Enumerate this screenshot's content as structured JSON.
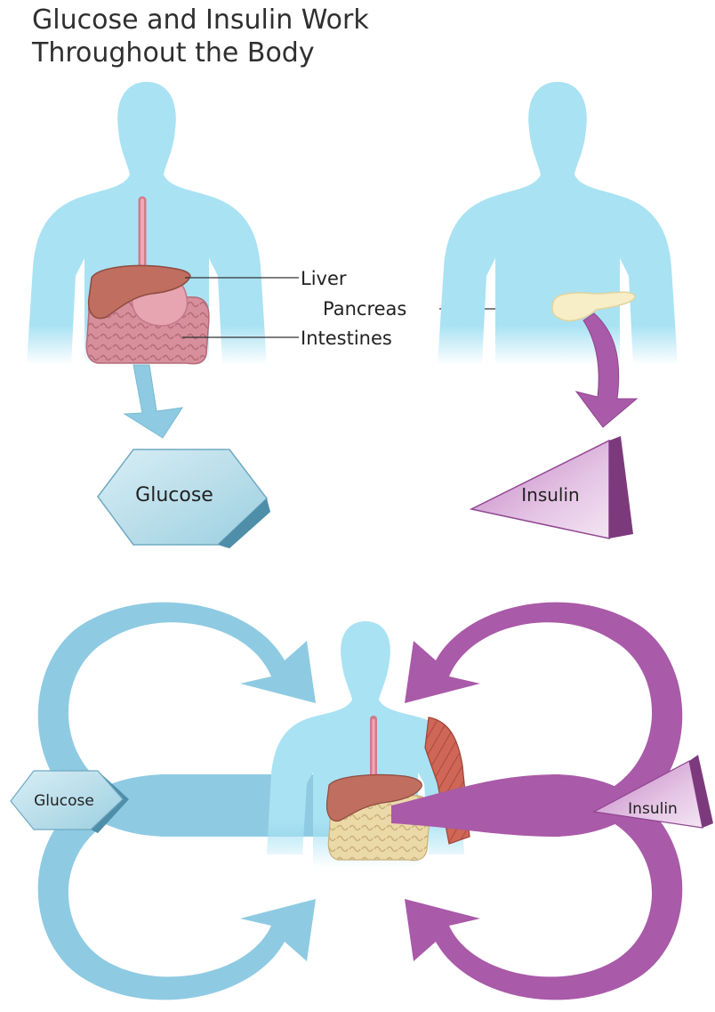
{
  "title": {
    "line1": "Glucose and Insulin Work",
    "line2": "Throughout the Body"
  },
  "labels": {
    "liver": "Liver",
    "pancreas": "Pancreas",
    "intestines": "Intestines",
    "glucose": "Glucose",
    "insulin": "Insulin"
  },
  "colors": {
    "body": "#a9e2f3",
    "glucose": "#8ecbe2",
    "insulin": "#a95aa8",
    "liver": "#b96a5c",
    "stomach": "#e8a7b3",
    "intestines": "#d99aa5",
    "pancreas": "#f7eec5",
    "muscle": "#c95a4c"
  }
}
